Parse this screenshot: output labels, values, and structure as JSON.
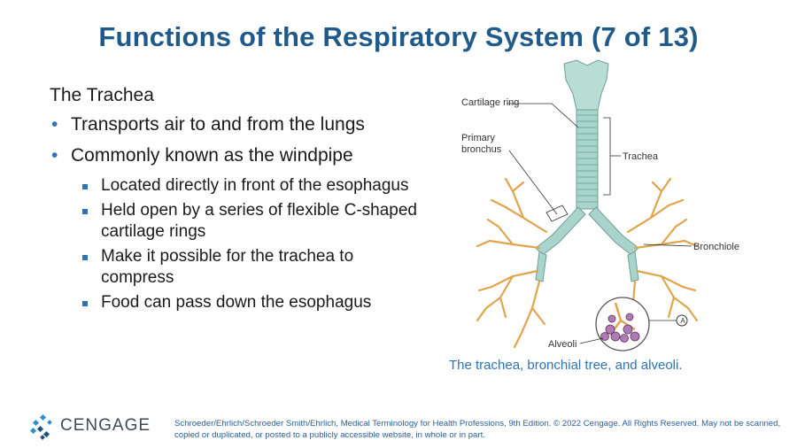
{
  "slide": {
    "title": "Functions of the Respiratory System (7 of 13)",
    "heading": "The Trachea",
    "bullets": [
      "Transports air to and from the lungs",
      "Commonly known as the windpipe"
    ],
    "sub_bullets": [
      "Located directly in front of the esophagus",
      "Held open by a series of flexible C-shaped cartilage rings",
      "Make it possible for the trachea to compress",
      "Food can pass down the esophagus"
    ]
  },
  "figure": {
    "labels": {
      "cartilage_ring": "Cartilage ring",
      "primary_bronchus": "Primary bronchus",
      "trachea": "Trachea",
      "bronchiole": "Bronchiole",
      "alveoli": "Alveoli",
      "callout": "A"
    },
    "caption": "The trachea, bronchial tree, and alveoli.",
    "colors": {
      "airway": "#a9d4cc",
      "bronchioles": "#e0a54c",
      "alveoli": "#8a5a8e"
    }
  },
  "footer": {
    "logo": "CENGAGE",
    "copyright": "Schroeder/Ehrlich/Schroeder Smith/Ehrlich, Medical Terminology for Health Professions, 9th Edition. © 2022 Cengage. All Rights Reserved. May not be scanned, copied or duplicated, or posted to a publicly accessible website, in whole or in part."
  }
}
